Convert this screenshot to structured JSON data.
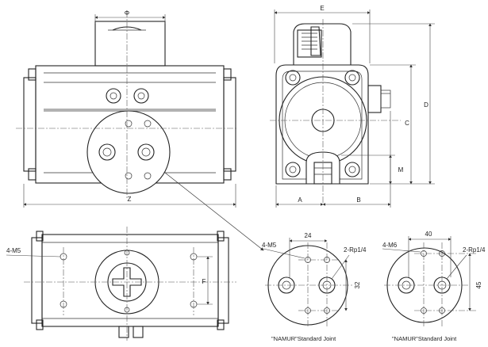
{
  "labels": {
    "phi": "Φ",
    "e": "E",
    "d": "D",
    "c": "C",
    "m": "M",
    "a": "A",
    "b": "B",
    "z": "Z",
    "f": "F",
    "m5": "4-M5",
    "m5b": "4-M5",
    "m6": "4-M6",
    "dim24": "24",
    "dim32": "32",
    "dim40": "40",
    "dim45": "45",
    "rp1": "2-Rp1/4",
    "rp2": "2-Rp1/4",
    "namur1": "\"NAMUR\"Standard Joint",
    "namur2": "\"NAMUR\"Standard Joint"
  }
}
